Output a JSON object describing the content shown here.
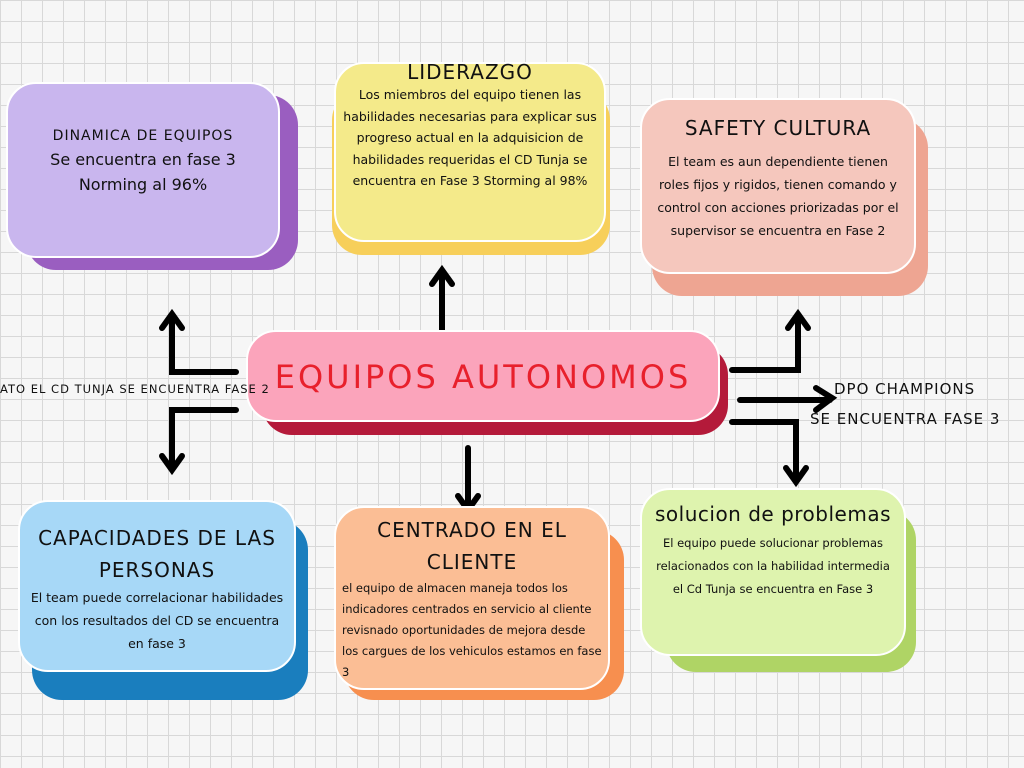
{
  "center": {
    "title": "EQUIPOS AUTONOMOS"
  },
  "dinamica": {
    "title": "DINAMICA DE EQUIPOS",
    "line1": "Se encuentra en fase 3",
    "line2": "Norming al 96%"
  },
  "liderazgo": {
    "title": "LIDERAZGO",
    "body": "Los miembros del equipo tienen las habilidades necesarias para explicar sus progreso actual en la adquisicion de habilidades requeridas el CD Tunja se encuentra en Fase 3  Storming al 98%"
  },
  "safety": {
    "title": "SAFETY CULTURA",
    "body": "El team es aun dependiente  tienen roles fijos y rigidos,  tienen comando y control con acciones priorizadas por el supervisor se encuentra en Fase 2"
  },
  "left_label": "ATO EL CD TUNJA SE ENCUENTRA FASE 2",
  "dpo": {
    "line1": "DPO CHAMPIONS",
    "line2": "SE ENCUENTRA FASE 3"
  },
  "capacidades": {
    "title": "CAPACIDADES DE LAS PERSONAS",
    "body": "El team puede correlacionar habilidades con los resultados del CD se encuentra en fase 3"
  },
  "cliente": {
    "title": "CENTRADO EN EL CLIENTE",
    "body": "el equipo de almacen maneja todos los indicadores centrados en servicio al cliente  revisnado oportunidades de mejora desde los cargues de los vehiculos estamos en fase  3"
  },
  "problemas": {
    "title": "solucion de problemas",
    "body": "El equipo puede solucionar problemas relacionados con la habilidad intermedia el Cd Tunja se encuentra en Fase 3"
  },
  "colors": {
    "purple": "#c9b6ee",
    "yellow": "#f4ea8a",
    "salmon": "#f5c7bd",
    "pink": "#fba4bb",
    "blue": "#a7d8f7",
    "orange": "#fbbe95",
    "green": "#def3ae"
  }
}
